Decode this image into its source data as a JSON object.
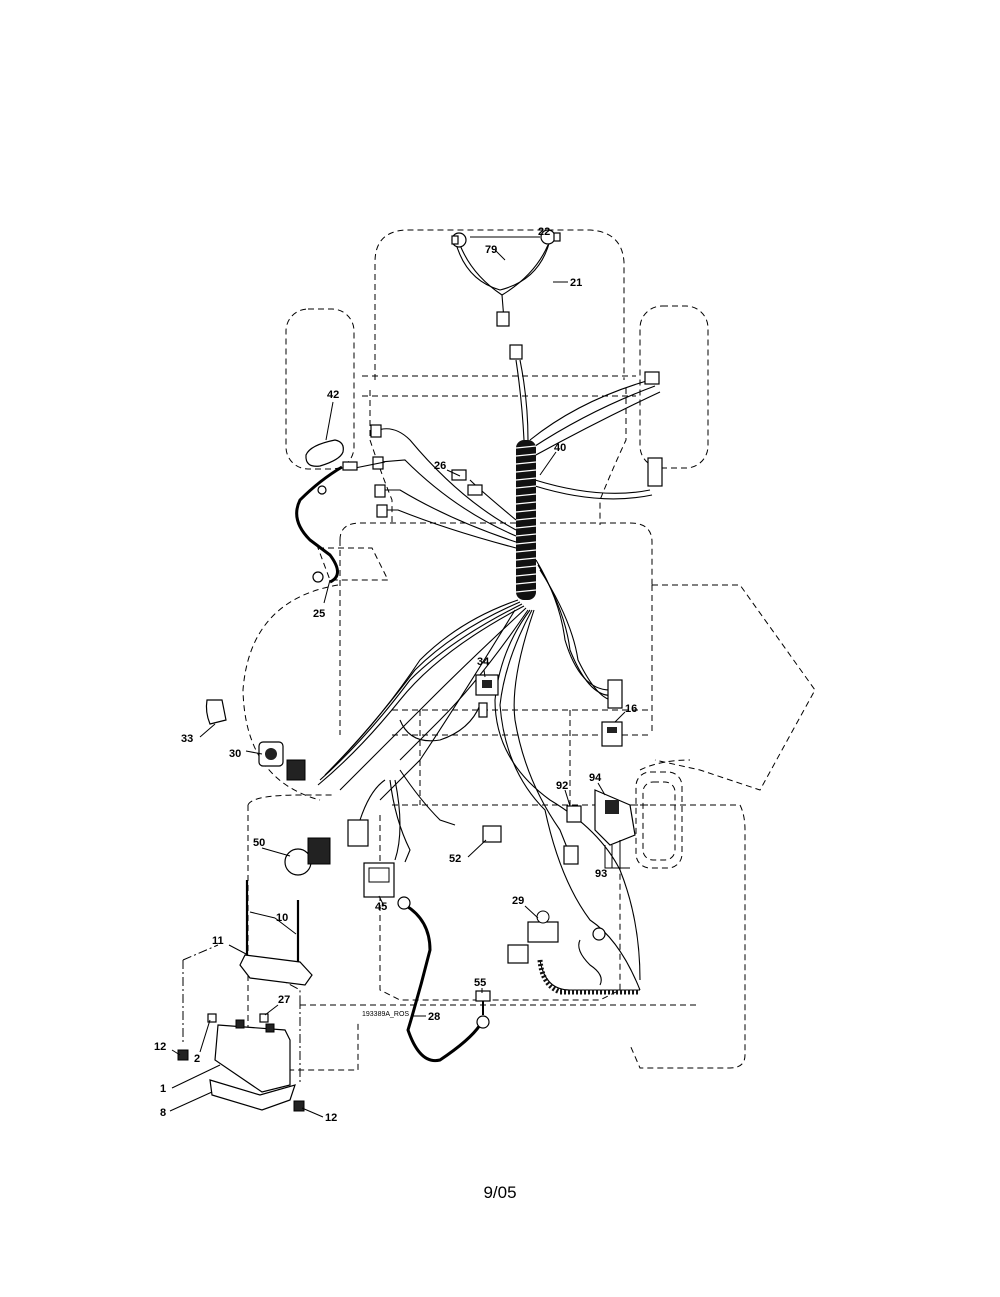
{
  "diagram": {
    "drawing_id": "193389A_ROS",
    "callouts": [
      {
        "id": "c22",
        "label": "22"
      },
      {
        "id": "c79",
        "label": "79"
      },
      {
        "id": "c21",
        "label": "21"
      },
      {
        "id": "c42",
        "label": "42"
      },
      {
        "id": "c40",
        "label": "40"
      },
      {
        "id": "c26",
        "label": "26"
      },
      {
        "id": "c25",
        "label": "25"
      },
      {
        "id": "c34",
        "label": "34"
      },
      {
        "id": "c16",
        "label": "16"
      },
      {
        "id": "c33",
        "label": "33"
      },
      {
        "id": "c30",
        "label": "30"
      },
      {
        "id": "c92",
        "label": "92"
      },
      {
        "id": "c94",
        "label": "94"
      },
      {
        "id": "c93",
        "label": "93"
      },
      {
        "id": "c50",
        "label": "50"
      },
      {
        "id": "c52",
        "label": "52"
      },
      {
        "id": "c45",
        "label": "45"
      },
      {
        "id": "c29",
        "label": "29"
      },
      {
        "id": "c10",
        "label": "10"
      },
      {
        "id": "c11",
        "label": "11"
      },
      {
        "id": "c27",
        "label": "27"
      },
      {
        "id": "c55",
        "label": "55"
      },
      {
        "id": "c28",
        "label": "28"
      },
      {
        "id": "c12a",
        "label": "12"
      },
      {
        "id": "c2",
        "label": "2"
      },
      {
        "id": "c1",
        "label": "1"
      },
      {
        "id": "c8",
        "label": "8"
      },
      {
        "id": "c12b",
        "label": "12"
      }
    ]
  },
  "footer": {
    "date_code": "9/05"
  }
}
